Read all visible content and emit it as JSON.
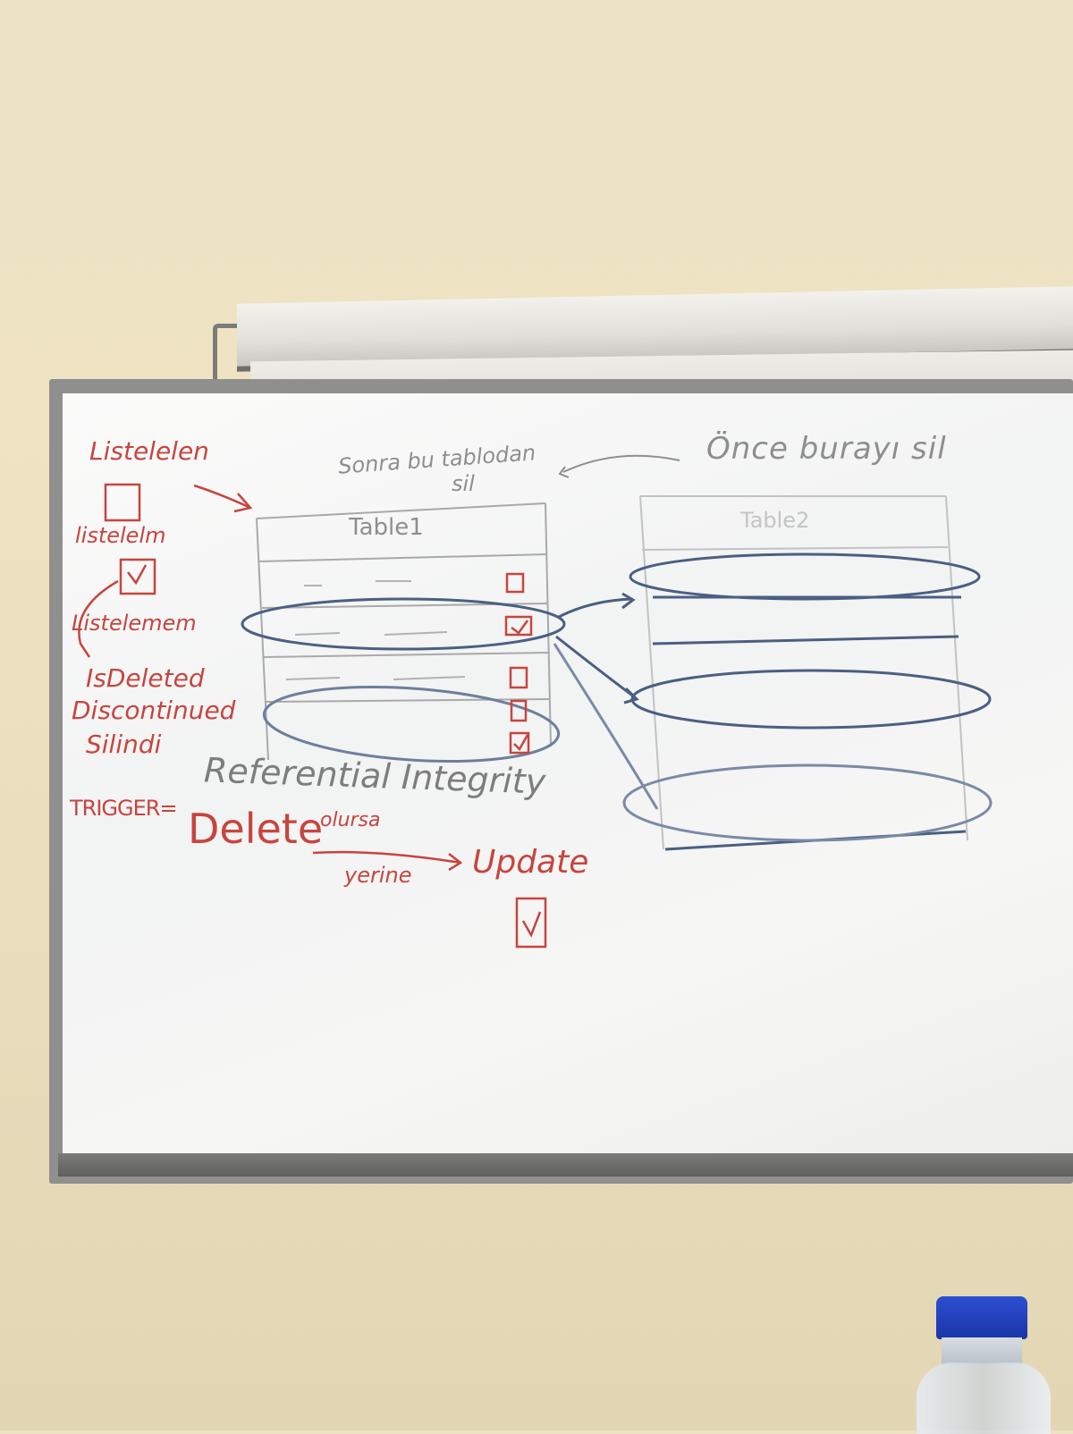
{
  "whiteboard": {
    "left_notes": {
      "line1": "Listelelen",
      "line2": "listelelm",
      "line3": "Listelemem",
      "line4": "IsDeleted",
      "line5": "Discontinued",
      "line6": "Silindi"
    },
    "table1_caption": "Sonra bu tablodan sil",
    "table1_caption_line1": "Sonra bu tablodan",
    "table1_caption_line2": "sil",
    "table1_title": "Table1",
    "table2_caption": "Önce burayı sil",
    "table2_title": "Table2",
    "referential": "Referential Integrity",
    "trigger": "TRIGGER=",
    "delete": "Delete",
    "olursa": "olursa",
    "yerine": "yerine",
    "update": "Update"
  },
  "colors": {
    "red_marker": "#c7453f",
    "blue_marker": "#4a5f82",
    "bottle_cap": "#2c4fd1"
  }
}
